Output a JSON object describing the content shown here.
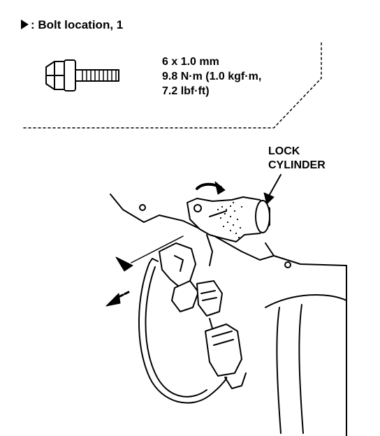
{
  "header": {
    "symbol": "▶",
    "label": ": Bolt location, 1"
  },
  "bolt_spec": {
    "size": "6 x 1.0 mm",
    "torque_line1": "9.8 N·m (1.0 kgf·m,",
    "torque_line2": "7.2 lbf·ft)"
  },
  "callouts": {
    "lock_line1": "LOCK",
    "lock_line2": "CYLINDER"
  }
}
